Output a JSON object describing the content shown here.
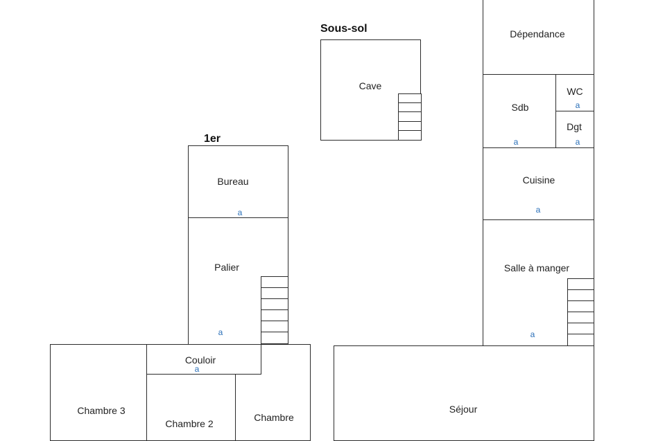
{
  "plan": {
    "heading_basement": "Sous-sol",
    "heading_first": "1er",
    "rooms": {
      "cave": "Cave",
      "bureau": "Bureau",
      "palier": "Palier",
      "couloir": "Couloir",
      "chambre3": "Chambre 3",
      "chambre2": "Chambre 2",
      "chambre": "Chambre",
      "dependance": "Dépendance",
      "sdb": "Sdb",
      "wc": "WC",
      "dgt": "Dgt",
      "cuisine": "Cuisine",
      "salle_a_manger": "Salle à manger",
      "sejour": "Séjour"
    },
    "marker": "a"
  }
}
